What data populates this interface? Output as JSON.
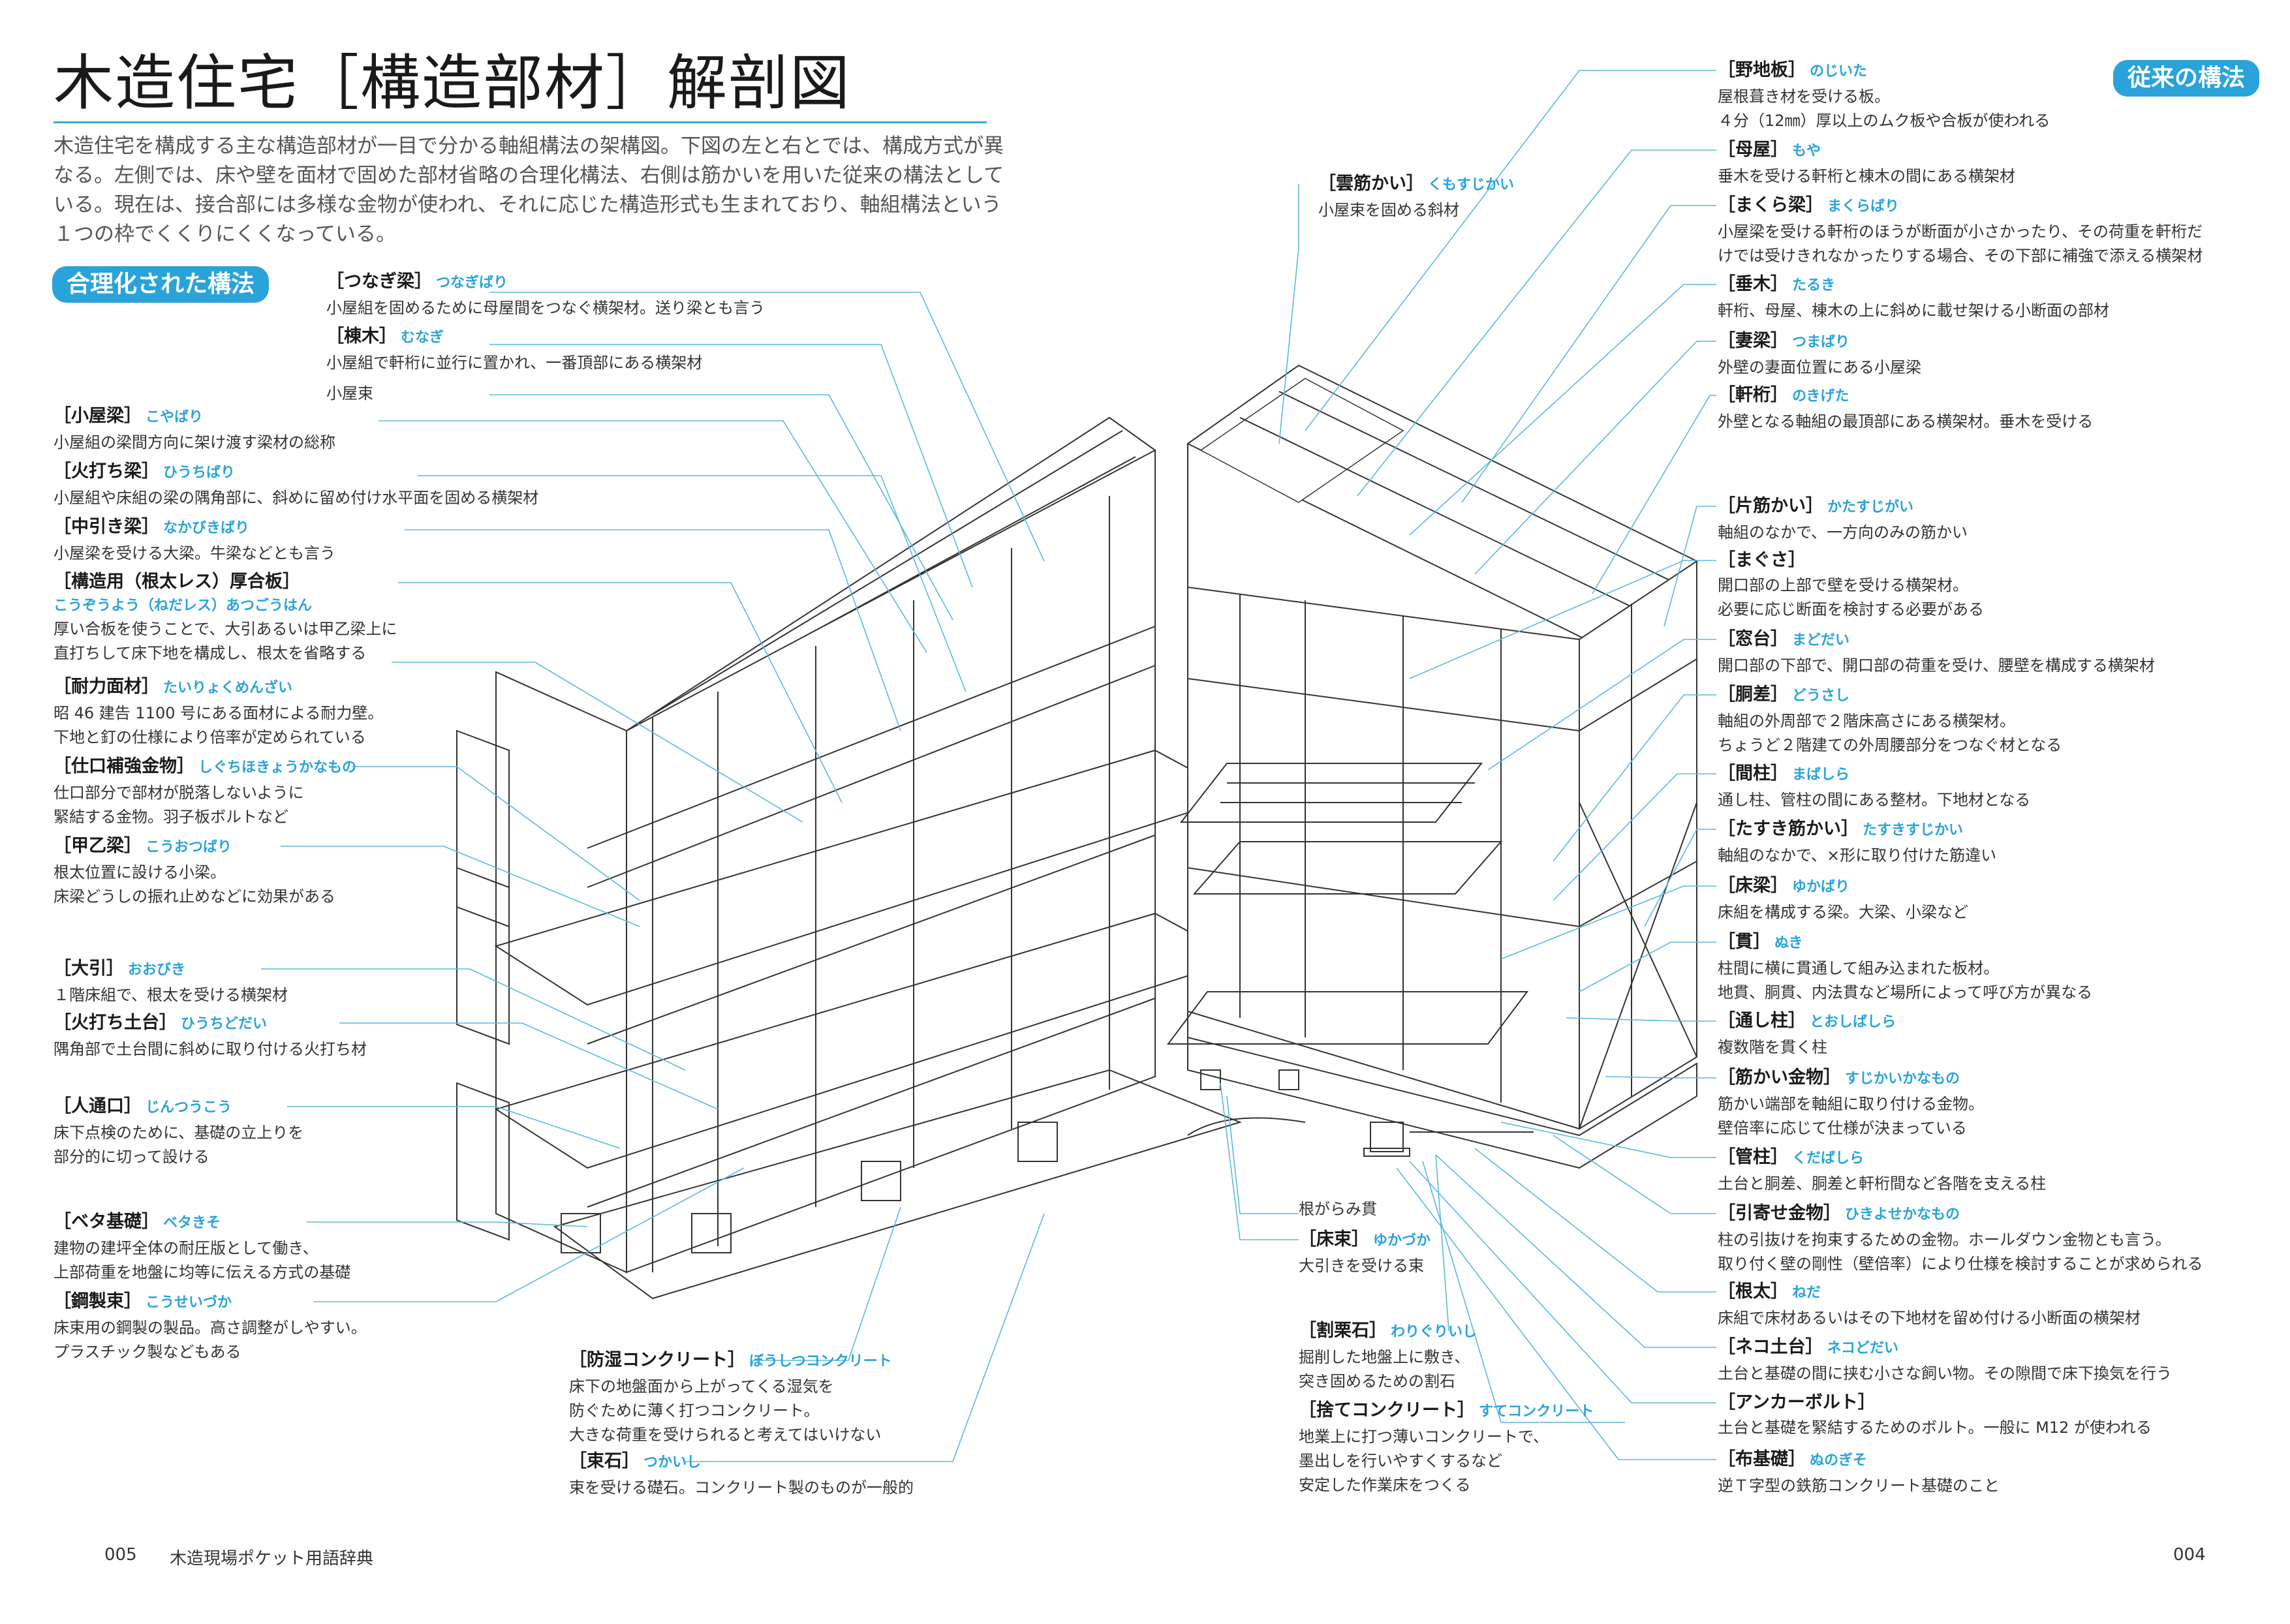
{
  "title": "木造住宅［構造部材］解剖図",
  "intro": [
    "木造住宅を構成する主な構造部材が一目で分かる軸組構法の架構図。下図の左と右とでは、構成方式が異なる。左側では、床や壁を面材で固めた部材省略の合理化構法、右側は筋かいを用いた従来の構法としている。",
    "現在は、接合部には多様な金物が使われ、それに応じた構造形式も生まれており、軸組構法という１つの枠でくくりにくくなっている。"
  ],
  "badge_left": "合理化された構法",
  "badge_right": "従来の構法",
  "terms_left": [
    {
      "title": "［つなぎ梁］",
      "reading": "つなぎばり",
      "desc": [
        "小屋組を固めるために母屋間をつなぐ横架材。送り梁とも言う"
      ]
    },
    {
      "title": "［棟木］",
      "reading": "むなぎ",
      "desc": [
        "小屋組で軒桁に並行に置かれ、一番頂部にある横架材"
      ]
    },
    {
      "title": "",
      "reading": "",
      "desc": [
        "小屋束"
      ]
    },
    {
      "title": "［小屋梁］",
      "reading": "こやばり",
      "desc": [
        "小屋組の梁間方向に架け渡す梁材の総称"
      ]
    },
    {
      "title": "［火打ち梁］",
      "reading": "ひうちばり",
      "desc": [
        "小屋組や床組の梁の隅角部に、斜めに留め付け水平面を固める横架材"
      ]
    },
    {
      "title": "［中引き梁］",
      "reading": "なかびきばり",
      "desc": [
        "小屋梁を受ける大梁。牛梁などとも言う"
      ]
    },
    {
      "title": "［構造用（根太レス）厚合板］",
      "reading": "こうぞうよう（ねだレス）あつごうはん",
      "desc": [
        "厚い合板を使うことで、大引あるいは甲乙梁上に",
        "直打ちして床下地を構成し、根太を省略する"
      ]
    },
    {
      "title": "［耐力面材］",
      "reading": "たいりょくめんざい",
      "desc": [
        "昭 46 建告 1100 号にある面材による耐力壁。",
        "下地と釘の仕様により倍率が定められている"
      ]
    },
    {
      "title": "［仕口補強金物］",
      "reading": "しぐちほきょうかなもの",
      "desc": [
        "仕口部分で部材が脱落しないように",
        "緊結する金物。羽子板ボルトなど"
      ]
    },
    {
      "title": "［甲乙梁］",
      "reading": "こうおつばり",
      "desc": [
        "根太位置に設ける小梁。",
        "床梁どうしの振れ止めなどに効果がある"
      ]
    },
    {
      "title": "［大引］",
      "reading": "おおびき",
      "desc": [
        "１階床組で、根太を受ける横架材"
      ]
    },
    {
      "title": "［火打ち土台］",
      "reading": "ひうちどだい",
      "desc": [
        "隅角部で土台間に斜めに取り付ける火打ち材"
      ]
    },
    {
      "title": "［人通口］",
      "reading": "じんつうこう",
      "desc": [
        "床下点検のために、基礎の立上りを",
        "部分的に切って設ける"
      ]
    },
    {
      "title": "［ベタ基礎］",
      "reading": "ベタきそ",
      "desc": [
        "建物の建坪全体の耐圧版として働き、",
        "上部荷重を地盤に均等に伝える方式の基礎"
      ]
    },
    {
      "title": "［鋼製束］",
      "reading": "こうせいづか",
      "desc": [
        "床束用の鋼製の製品。高さ調整がしやすい。",
        "プラスチック製などもある"
      ]
    }
  ],
  "terms_center": [
    {
      "title": "［防湿コンクリート］",
      "reading": "ぼうしつコンクリート",
      "desc": [
        "床下の地盤面から上がってくる湿気を",
        "防ぐために薄く打つコンクリート。",
        "大きな荷重を受けられると考えてはいけない"
      ]
    },
    {
      "title": "［束石］",
      "reading": "つかいし",
      "desc": [
        "束を受ける礎石。コンクリート製のものが一般的"
      ]
    },
    {
      "title": "［雲筋かい］",
      "reading": "くもすじかい",
      "desc": [
        "小屋束を固める斜材"
      ]
    },
    {
      "title": "",
      "reading": "",
      "desc": [
        "根がらみ貫"
      ]
    },
    {
      "title": "［床束］",
      "reading": "ゆかづか",
      "desc": [
        "大引きを受ける束"
      ]
    },
    {
      "title": "［割栗石］",
      "reading": "わりぐりいし",
      "desc": [
        "掘削した地盤上に敷き、",
        "突き固めるための割石"
      ]
    },
    {
      "title": "［捨てコンクリート］",
      "reading": "すてコンクリート",
      "desc": [
        "地業上に打つ薄いコンクリートで、",
        "墨出しを行いやすくするなど",
        "安定した作業床をつくる"
      ]
    }
  ],
  "terms_right": [
    {
      "title": "［野地板］",
      "reading": "のじいた",
      "desc": [
        "屋根葺き材を受ける板。",
        "４分（12㎜）厚以上のムク板や合板が使われる"
      ]
    },
    {
      "title": "［母屋］",
      "reading": "もや",
      "desc": [
        "垂木を受ける軒桁と棟木の間にある横架材"
      ]
    },
    {
      "title": "［まくら梁］",
      "reading": "まくらばり",
      "desc": [
        "小屋梁を受ける軒桁のほうが断面が小さかったり、その荷重を軒桁だ",
        "けでは受けきれなかったりする場合、その下部に補強で添える横架材"
      ]
    },
    {
      "title": "［垂木］",
      "reading": "たるき",
      "desc": [
        "軒桁、母屋、棟木の上に斜めに載せ架ける小断面の部材"
      ]
    },
    {
      "title": "［妻梁］",
      "reading": "つまばり",
      "desc": [
        "外壁の妻面位置にある小屋梁"
      ]
    },
    {
      "title": "［軒桁］",
      "reading": "のきげた",
      "desc": [
        "外壁となる軸組の最頂部にある横架材。垂木を受ける"
      ]
    },
    {
      "title": "［片筋かい］",
      "reading": "かたすじがい",
      "desc": [
        "軸組のなかで、一方向のみの筋かい"
      ]
    },
    {
      "title": "［まぐさ］",
      "reading": "",
      "desc": [
        "開口部の上部で壁を受ける横架材。",
        "必要に応じ断面を検討する必要がある"
      ]
    },
    {
      "title": "［窓台］",
      "reading": "まどだい",
      "desc": [
        "開口部の下部で、開口部の荷重を受け、腰壁を構成する横架材"
      ]
    },
    {
      "title": "［胴差］",
      "reading": "どうさし",
      "desc": [
        "軸組の外周部で２階床高さにある横架材。",
        "ちょうど２階建ての外周腰部分をつなぐ材となる"
      ]
    },
    {
      "title": "［間柱］",
      "reading": "まばしら",
      "desc": [
        "通し柱、管柱の間にある整材。下地材となる"
      ]
    },
    {
      "title": "［たすき筋かい］",
      "reading": "たすきすじかい",
      "desc": [
        "軸組のなかで、×形に取り付けた筋違い"
      ]
    },
    {
      "title": "［床梁］",
      "reading": "ゆかばり",
      "desc": [
        "床組を構成する梁。大梁、小梁など"
      ]
    },
    {
      "title": "［貫］",
      "reading": "ぬき",
      "desc": [
        "柱間に横に貫通して組み込まれた板材。",
        "地貫、胴貫、内法貫など場所によって呼び方が異なる"
      ]
    },
    {
      "title": "［通し柱］",
      "reading": "とおしばしら",
      "desc": [
        "複数階を貫く柱"
      ]
    },
    {
      "title": "［筋かい金物］",
      "reading": "すじかいかなもの",
      "desc": [
        "筋かい端部を軸組に取り付ける金物。",
        "壁倍率に応じて仕様が決まっている"
      ]
    },
    {
      "title": "［管柱］",
      "reading": "くだばしら",
      "desc": [
        "土台と胴差、胴差と軒桁間など各階を支える柱"
      ]
    },
    {
      "title": "［引寄せ金物］",
      "reading": "ひきよせかなもの",
      "desc": [
        "柱の引抜けを拘束するための金物。ホールダウン金物とも言う。",
        "取り付く壁の剛性（壁倍率）により仕様を検討することが求められる"
      ]
    },
    {
      "title": "［根太］",
      "reading": "ねだ",
      "desc": [
        "床組で床材あるいはその下地材を留め付ける小断面の横架材"
      ]
    },
    {
      "title": "［ネコ土台］",
      "reading": "ネコどだい",
      "desc": [
        "土台と基礎の間に挟む小さな飼い物。その隙間で床下換気を行う"
      ]
    },
    {
      "title": "［アンカーボルト］",
      "reading": "",
      "desc": [
        "土台と基礎を緊結するためのボルト。一般に M12 が使われる"
      ]
    },
    {
      "title": "［布基礎］",
      "reading": "ぬのぎそ",
      "desc": [
        "逆Ｔ字型の鉄筋コンクリート基礎のこと"
      ]
    }
  ],
  "folio_left": "005",
  "book_title": "木造現場ポケット用語辞典",
  "folio_right": "004",
  "colors": {
    "accent": "#29a3da",
    "leader": "#5bb8e2",
    "ink": "#222222"
  }
}
